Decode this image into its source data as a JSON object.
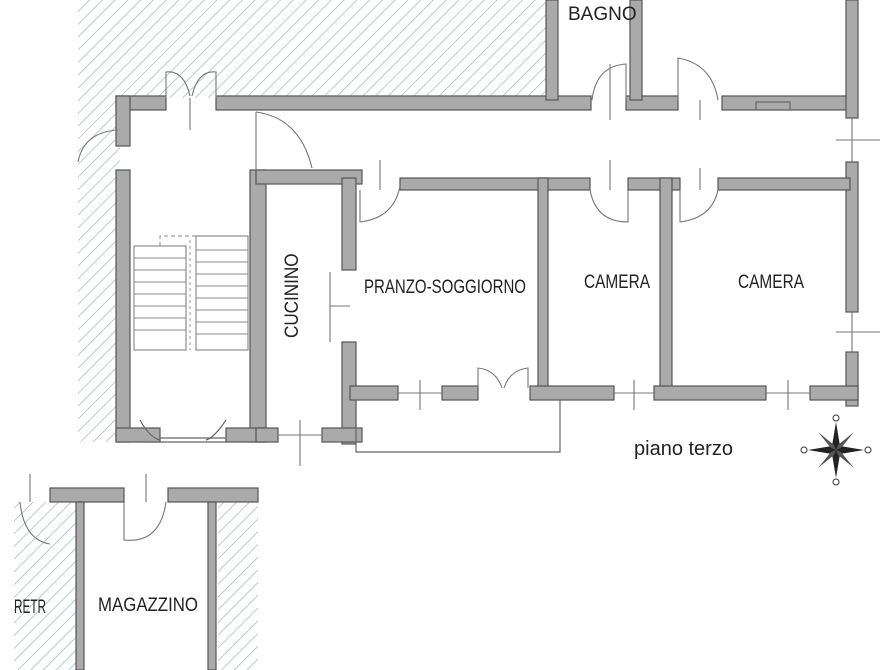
{
  "plan": {
    "floor_title": "piano terzo",
    "rooms": {
      "bagno": "BAGNO",
      "cucinino": "CUCININO",
      "pranzo": "PRANZO-SOGGIORNO",
      "camera_1": "CAMERA",
      "camera_2": "CAMERA",
      "magazzino": "MAGAZZINO",
      "partial_left": "RETR"
    }
  }
}
